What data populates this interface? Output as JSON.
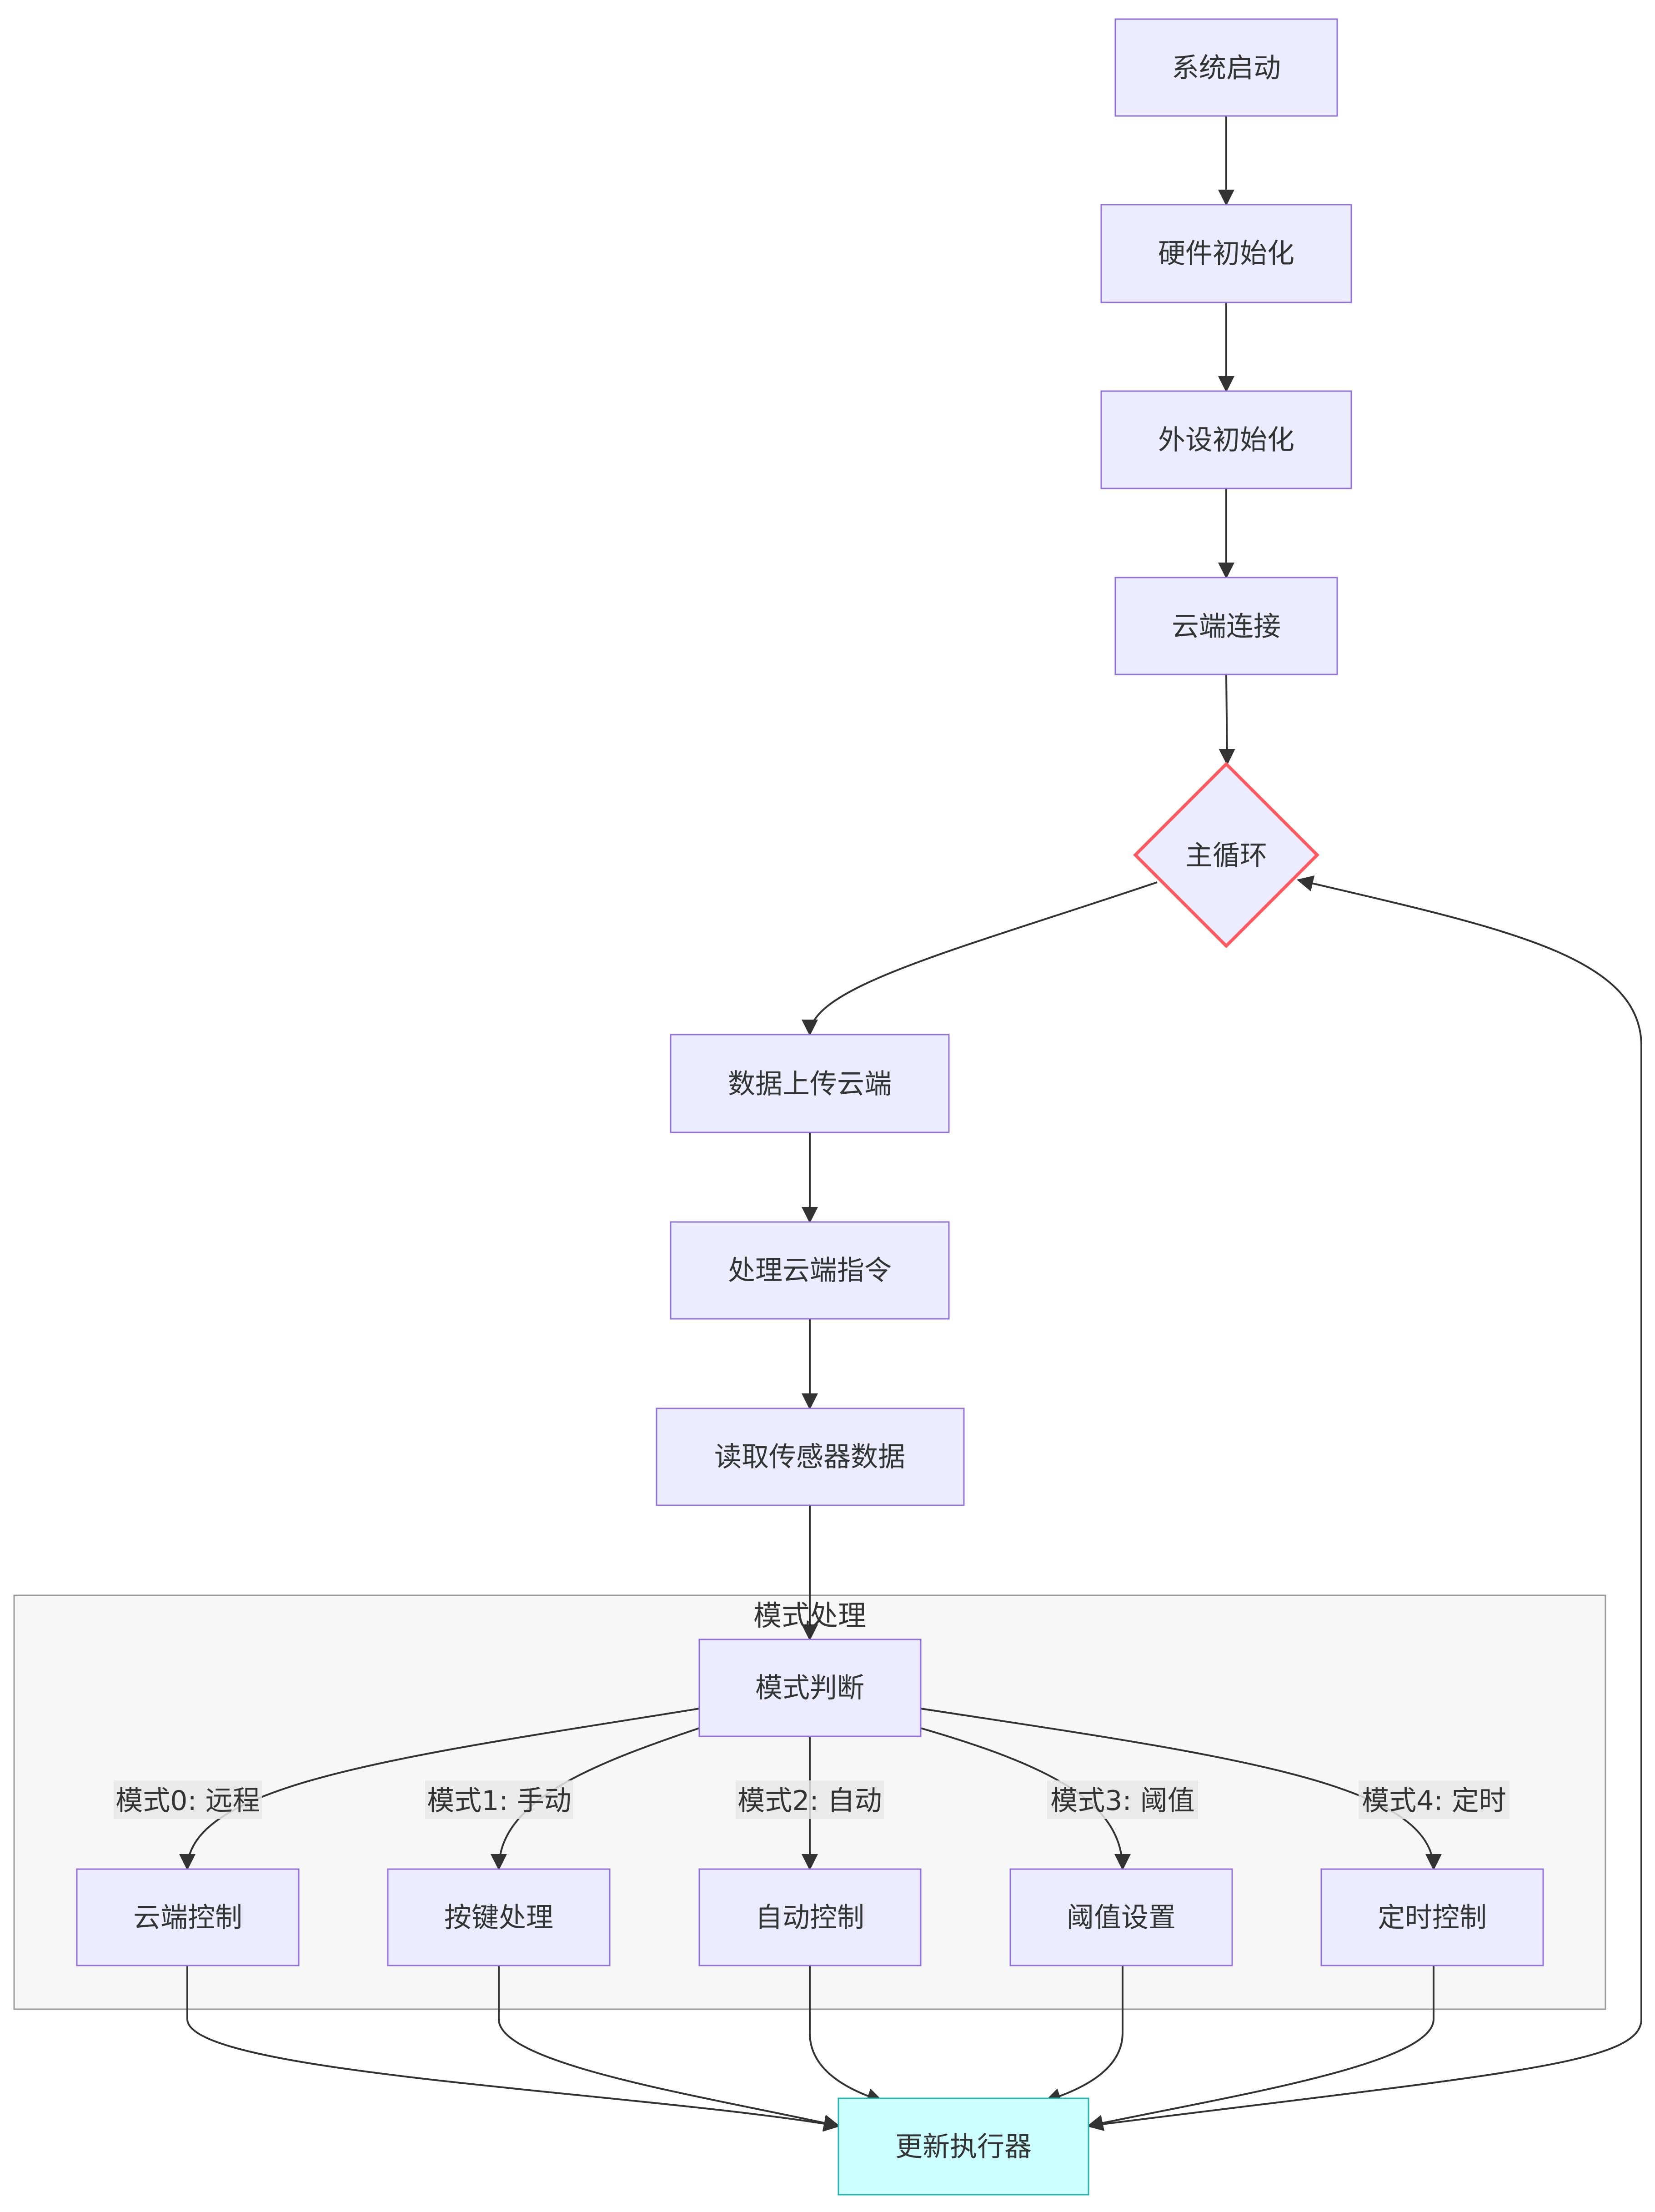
{
  "colors": {
    "node_fill": "#ECECFF",
    "node_stroke": "#9370DB",
    "decision_fill": "#ECECFF",
    "decision_stroke": "#FF5A5F",
    "final_fill": "#CCFFFF",
    "final_stroke": "#2BB5B5",
    "cluster_fill": "#F7F7F7",
    "cluster_stroke": "#999999",
    "edge_color": "#333333",
    "edge_label_bg": "#E8E8E8",
    "text_color": "#333333"
  },
  "nodes": {
    "start": "系统启动",
    "hw_init": "硬件初始化",
    "periph_init": "外设初始化",
    "cloud_connect": "云端连接",
    "main_loop": "主循环",
    "upload": "数据上传云端",
    "cloud_cmd": "处理云端指令",
    "read_sensor": "读取传感器数据",
    "mode_judge": "模式判断",
    "cloud_ctrl": "云端控制",
    "key_proc": "按键处理",
    "auto_ctrl": "自动控制",
    "threshold_set": "阈值设置",
    "timer_ctrl": "定时控制",
    "update_actuator": "更新执行器"
  },
  "cluster": {
    "title": "模式处理"
  },
  "edge_labels": {
    "mode0": "模式0: 远程",
    "mode1": "模式1: 手动",
    "mode2": "模式2: 自动",
    "mode3": "模式3: 阈值",
    "mode4": "模式4: 定时"
  }
}
